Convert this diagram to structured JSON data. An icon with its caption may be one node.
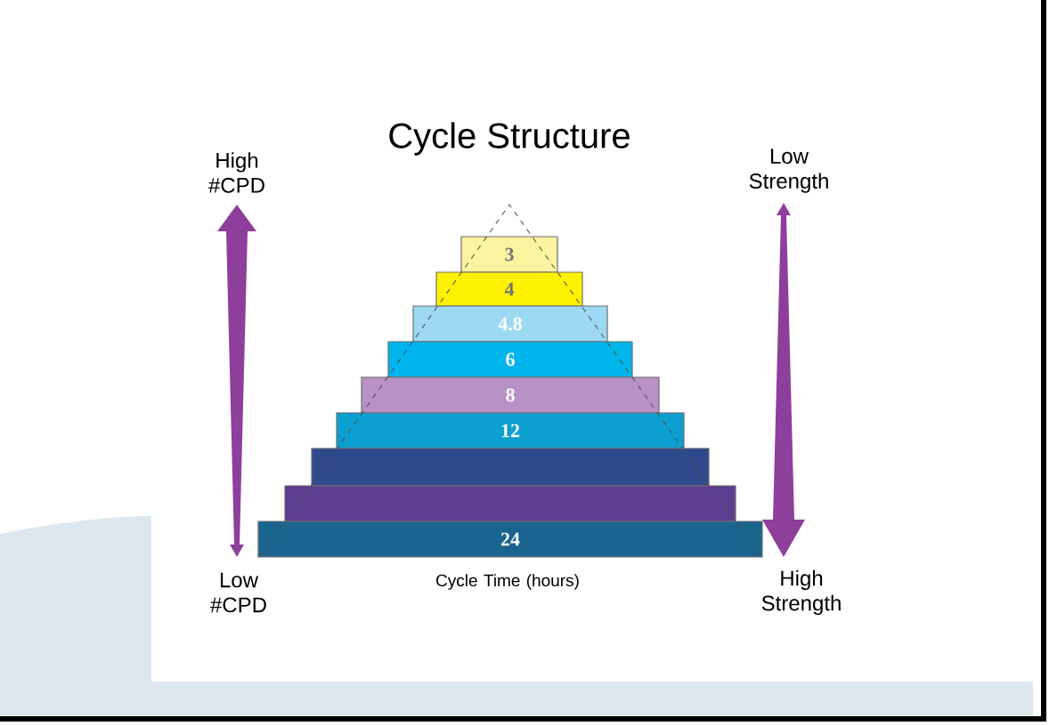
{
  "diagram": {
    "title": "Cycle Structure",
    "nodes": [
      {
        "text": [
          "3"
        ]
      },
      {
        "text": [
          "4"
        ]
      },
      {
        "text": [
          "4.8"
        ]
      },
      {
        "text": [
          "6"
        ]
      },
      {
        "text": [
          "8"
        ]
      },
      {
        "text": [
          "12"
        ]
      },
      {
        "text": [],
        "shape": "bar"
      },
      {
        "text": [],
        "shape": "bar"
      },
      {
        "text": [
          "24"
        ]
      }
    ],
    "edges": [],
    "labels": [
      "High #CPD",
      "Low Strength",
      "Low #CPD",
      "Cycle Time (hours)",
      "High Strength"
    ]
  }
}
